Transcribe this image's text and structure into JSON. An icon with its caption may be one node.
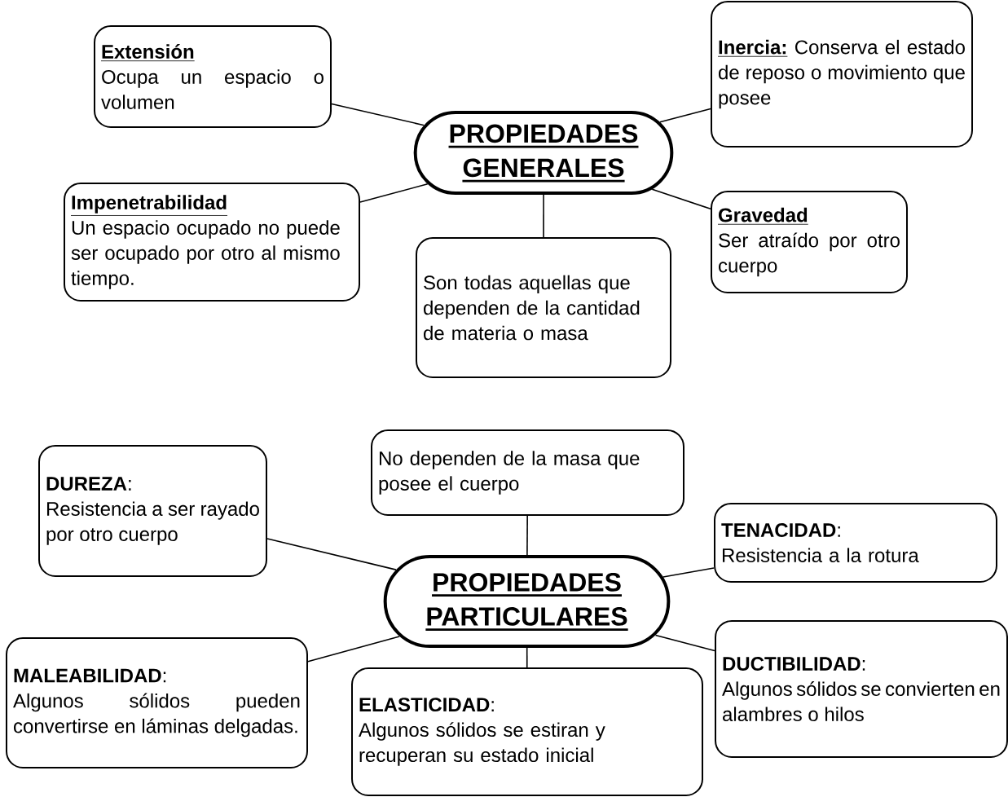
{
  "diagram": {
    "nodes": [
      {
        "text": [
          "PROPIEDADES GENERALES"
        ]
      },
      {
        "text": [
          "Extensión",
          "Ocupa un espacio o volumen"
        ]
      },
      {
        "text": [
          "Inercia:",
          "Conserva el estado de reposo o movimiento que posee"
        ]
      },
      {
        "text": [
          "Impenetrabilidad",
          "Un espacio ocupado no puede ser ocupado por otro al mismo tiempo."
        ]
      },
      {
        "text": [
          "Son todas aquellas que dependen de la cantidad de materia o masa"
        ]
      },
      {
        "text": [
          "Gravedad",
          "Ser atraído por otro cuerpo"
        ]
      },
      {
        "text": [
          "PROPIEDADES PARTICULARES"
        ]
      },
      {
        "text": [
          "**DUREZA**:",
          "Resistencia a ser rayado por otro cuerpo"
        ]
      },
      {
        "text": [
          "No dependen de la masa que posee el cuerpo"
        ]
      },
      {
        "text": [
          "**TENACIDAD**:",
          "Resistencia a la rotura"
        ]
      },
      {
        "text": [
          "**MALEABILIDAD**:",
          "Algunos sólidos pueden convertirse en láminas delgadas."
        ]
      },
      {
        "text": [
          "**DUCTIBILIDAD**:",
          "Algunos sólidos se convierten en alambres o hilos"
        ]
      },
      {
        "text": [
          "**ELASTICIDAD**:",
          "Algunos sólidos se estiran y recuperan su estado inicial"
        ]
      }
    ],
    "edges": [
      {
        "from": 0,
        "to": 1,
        "arrow": "none"
      },
      {
        "from": 0,
        "to": 2,
        "arrow": "none"
      },
      {
        "from": 0,
        "to": 3,
        "arrow": "none"
      },
      {
        "from": 0,
        "to": 4,
        "arrow": "none"
      },
      {
        "from": 0,
        "to": 5,
        "arrow": "none"
      },
      {
        "from": 6,
        "to": 7,
        "arrow": "none"
      },
      {
        "from": 6,
        "to": 8,
        "arrow": "none"
      },
      {
        "from": 6,
        "to": 9,
        "arrow": "none"
      },
      {
        "from": 6,
        "to": 10,
        "arrow": "none"
      },
      {
        "from": 6,
        "to": 11,
        "arrow": "none"
      },
      {
        "from": 6,
        "to": 12,
        "arrow": "none"
      }
    ]
  }
}
